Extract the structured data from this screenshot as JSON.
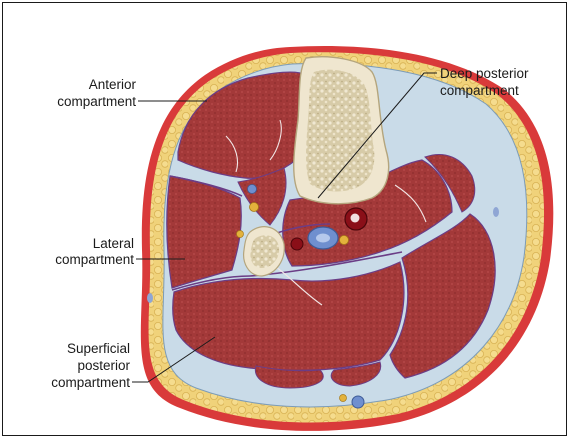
{
  "labels": {
    "anterior": [
      "Anterior",
      "compartment"
    ],
    "deep_posterior": [
      "Deep posterior",
      "compartment"
    ],
    "lateral": [
      "Lateral",
      "compartment"
    ],
    "superficial_posterior": [
      "Superficial",
      "posterior",
      "compartment"
    ]
  },
  "colors": {
    "skin": "#d93a3a",
    "fat": "#f0d27a",
    "fascia": "#c9dbe8",
    "muscle": "#a33939",
    "muscle_dark": "#7f2525",
    "bone": "#efe6cf",
    "marrow": "#cbbd97",
    "septum": "#6b3d86",
    "artery": "#8a0f18",
    "vein": "#6f8fcf",
    "nerve": "#e3b23c"
  }
}
